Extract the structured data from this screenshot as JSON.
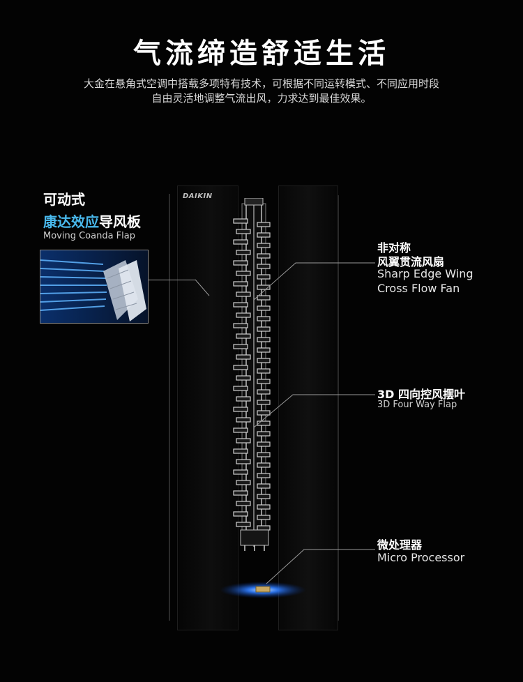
{
  "header": {
    "title": "气流缔造舒适生活",
    "subtitle_line1": "大金在悬角式空调中搭载多项特有技术，可根据不同运转模式、不同应用时段",
    "subtitle_line2": "自由灵活地调整气流出风，力求达到最佳效果。"
  },
  "brand": {
    "logo_text": "DAIKIN"
  },
  "features": {
    "flap": {
      "cn_line1": "可动式",
      "cn_accent": "康达效应",
      "cn_rest": "导风板",
      "en": "Moving Coanda Flap"
    },
    "fan": {
      "cn_line1": "非对称",
      "cn_line2": "风翼贯流风扇",
      "en_line1": "Sharp Edge Wing",
      "en_line2": "Cross Flow Fan"
    },
    "four_way": {
      "cn": "3D 四向控风摆叶",
      "en": "3D Four Way Flap"
    },
    "processor": {
      "cn": "微处理器",
      "en": "Micro Processor"
    }
  },
  "colors": {
    "background": "#030303",
    "accent": "#49b8ec",
    "glow": "#2f7dff"
  }
}
